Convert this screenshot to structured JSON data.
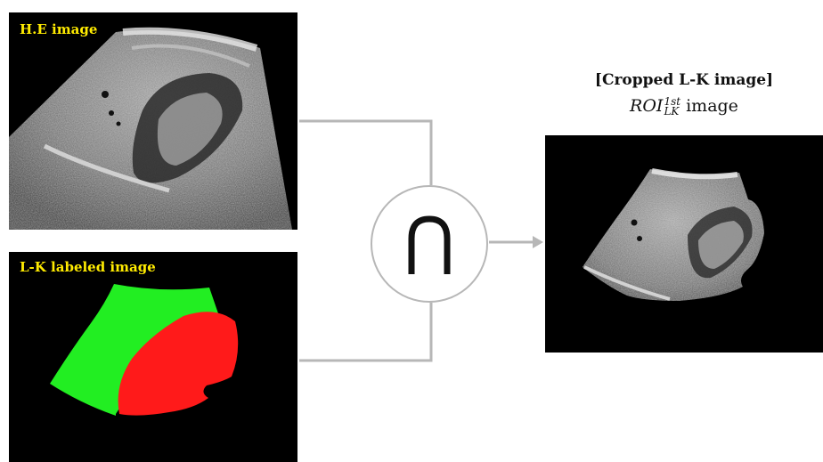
{
  "panels": {
    "he": {
      "label": "H.E image"
    },
    "lk": {
      "label": "L-K labeled image"
    },
    "roi": {
      "title": "[Cropped L-K image]",
      "subtitle_base": "ROI",
      "subtitle_sup": "1st",
      "subtitle_sub": "LK",
      "subtitle_suffix": " image"
    }
  },
  "operator": {
    "symbol": "∩",
    "icon": "intersection-icon"
  },
  "colors": {
    "label": "#ffeb00",
    "liver_region": "#22ee22",
    "kidney_region": "#ff1a1a",
    "connector": "#b7b7b7",
    "panel_background": "#000000"
  }
}
